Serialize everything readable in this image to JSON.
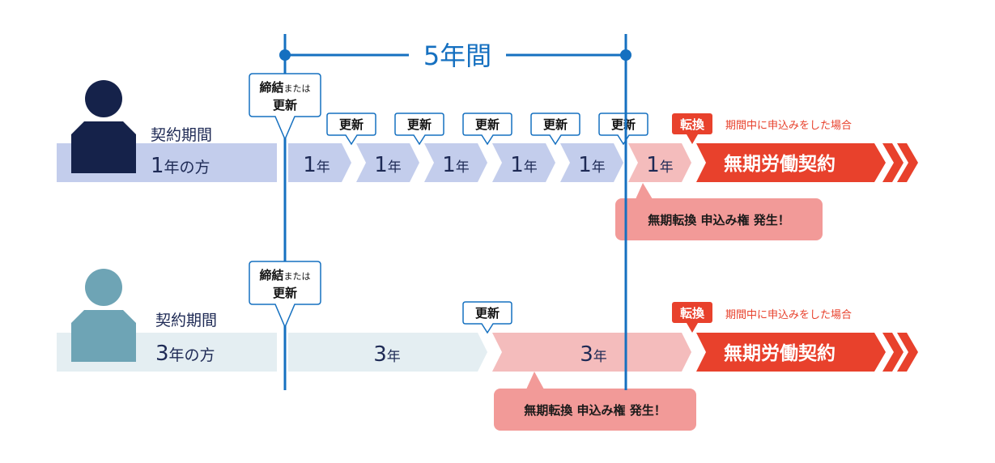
{
  "colors": {
    "blue_line": "#1570c0",
    "row1_bar": "#c3cdec",
    "row2_bar": "#e4eef2",
    "pink_seg": "#f4bcbc",
    "red": "#e8412c",
    "bubble": "#f29a98",
    "person1": "#15224a",
    "person2": "#6ea4b5"
  },
  "header": {
    "period_label": "5年間"
  },
  "row1": {
    "person_icon": "person-icon",
    "label_top": "契約期間",
    "label_num": "1",
    "label_rest": "年の方",
    "start_callout": {
      "line1a": "締結",
      "line1b": "または",
      "line2": "更新"
    },
    "renew_label": "更新",
    "segments": [
      {
        "num": "1",
        "unit": "年"
      },
      {
        "num": "1",
        "unit": "年"
      },
      {
        "num": "1",
        "unit": "年"
      },
      {
        "num": "1",
        "unit": "年"
      },
      {
        "num": "1",
        "unit": "年"
      },
      {
        "num": "1",
        "unit": "年"
      }
    ],
    "convert_badge": "転換",
    "convert_note": "期間中に申込みをした場合",
    "final_label": "無期労働契約",
    "bubble": "無期転換 申込み権 発生！"
  },
  "row2": {
    "person_icon": "person-icon",
    "label_top": "契約期間",
    "label_num": "3",
    "label_rest": "年の方",
    "start_callout": {
      "line1a": "締結",
      "line1b": "または",
      "line2": "更新"
    },
    "renew_label": "更新",
    "segments": [
      {
        "num": "3",
        "unit": "年"
      },
      {
        "num": "3",
        "unit": "年"
      }
    ],
    "convert_badge": "転換",
    "convert_note": "期間中に申込みをした場合",
    "final_label": "無期労働契約",
    "bubble": "無期転換 申込み権 発生！"
  }
}
